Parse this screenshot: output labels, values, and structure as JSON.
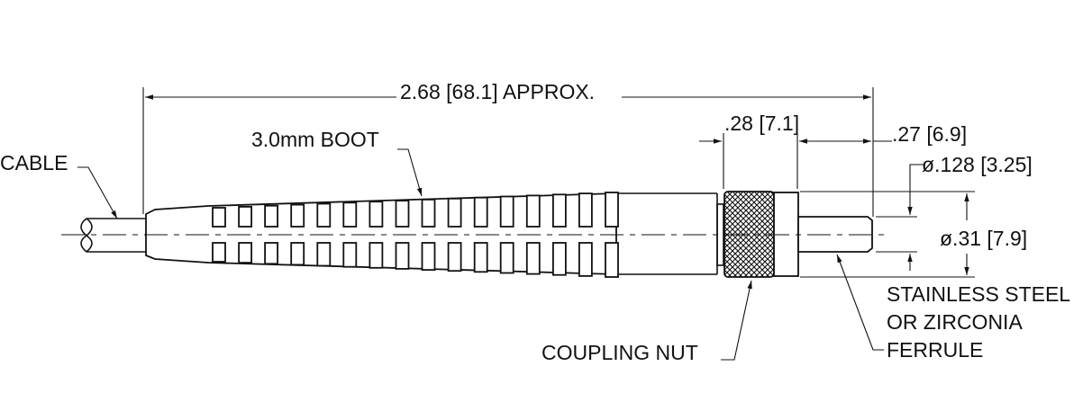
{
  "labels": {
    "overall_length": "2.68 [68.1] APPROX.",
    "boot": "3.0mm BOOT",
    "cable": "CABLE",
    "nut_length": ".28 [7.1]",
    "ferrule_length": ".27 [6.9]",
    "ferrule_dia": "ø.128 [3.25]",
    "nut_dia": "ø.31 [7.9]",
    "ferrule_line1": "STAINLESS STEEL",
    "ferrule_line2": "OR ZIRCONIA",
    "ferrule_line3": "FERRULE",
    "coupling_nut": "COUPLING NUT"
  },
  "colors": {
    "line": "#111111",
    "background": "#ffffff"
  }
}
